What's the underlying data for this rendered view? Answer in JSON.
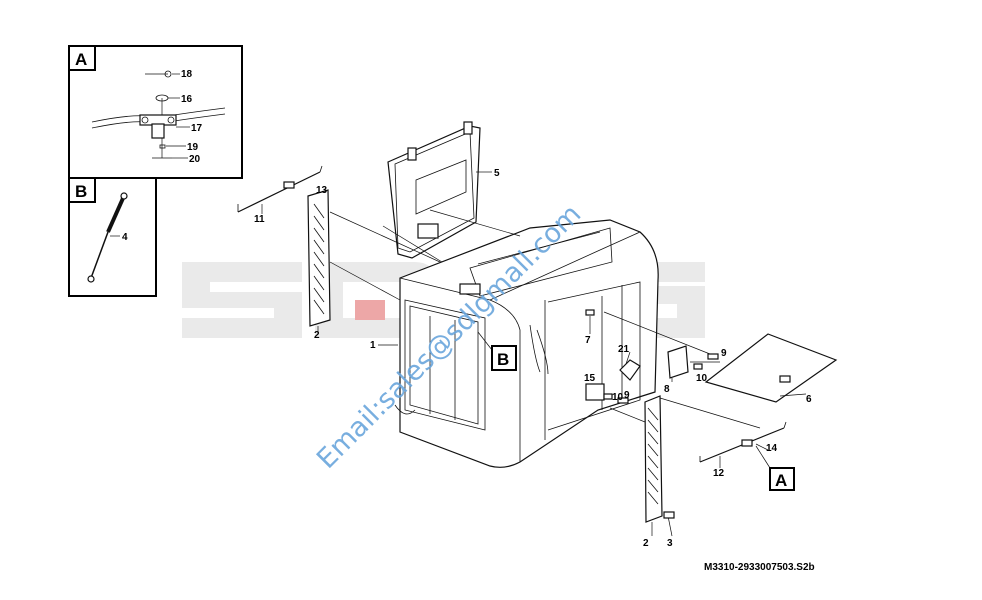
{
  "watermark": {
    "brand": "SDLG",
    "email": "Email:sales@sdlgmall.com",
    "color": "#6aa6dc",
    "brand_color": "#d9d9d9",
    "brand_accent": "#e06060"
  },
  "drawing_ref": "M3310-2933007503.S2b",
  "details": {
    "a": {
      "letter": "A",
      "callouts": [
        "18",
        "16",
        "17",
        "19",
        "20"
      ]
    },
    "b": {
      "letter": "B",
      "callouts": [
        "4"
      ]
    }
  },
  "flags": {
    "b": "B",
    "a": "A"
  },
  "callouts": {
    "c1": "1",
    "c2a": "2",
    "c2b": "2",
    "c3": "3",
    "c5": "5",
    "c6": "6",
    "c7": "7",
    "c8": "8",
    "c9a": "9",
    "c9b": "9",
    "c10a": "10",
    "c10b": "10",
    "c11": "11",
    "c12": "12",
    "c13": "13",
    "c14": "14",
    "c15": "15",
    "c21": "21"
  }
}
